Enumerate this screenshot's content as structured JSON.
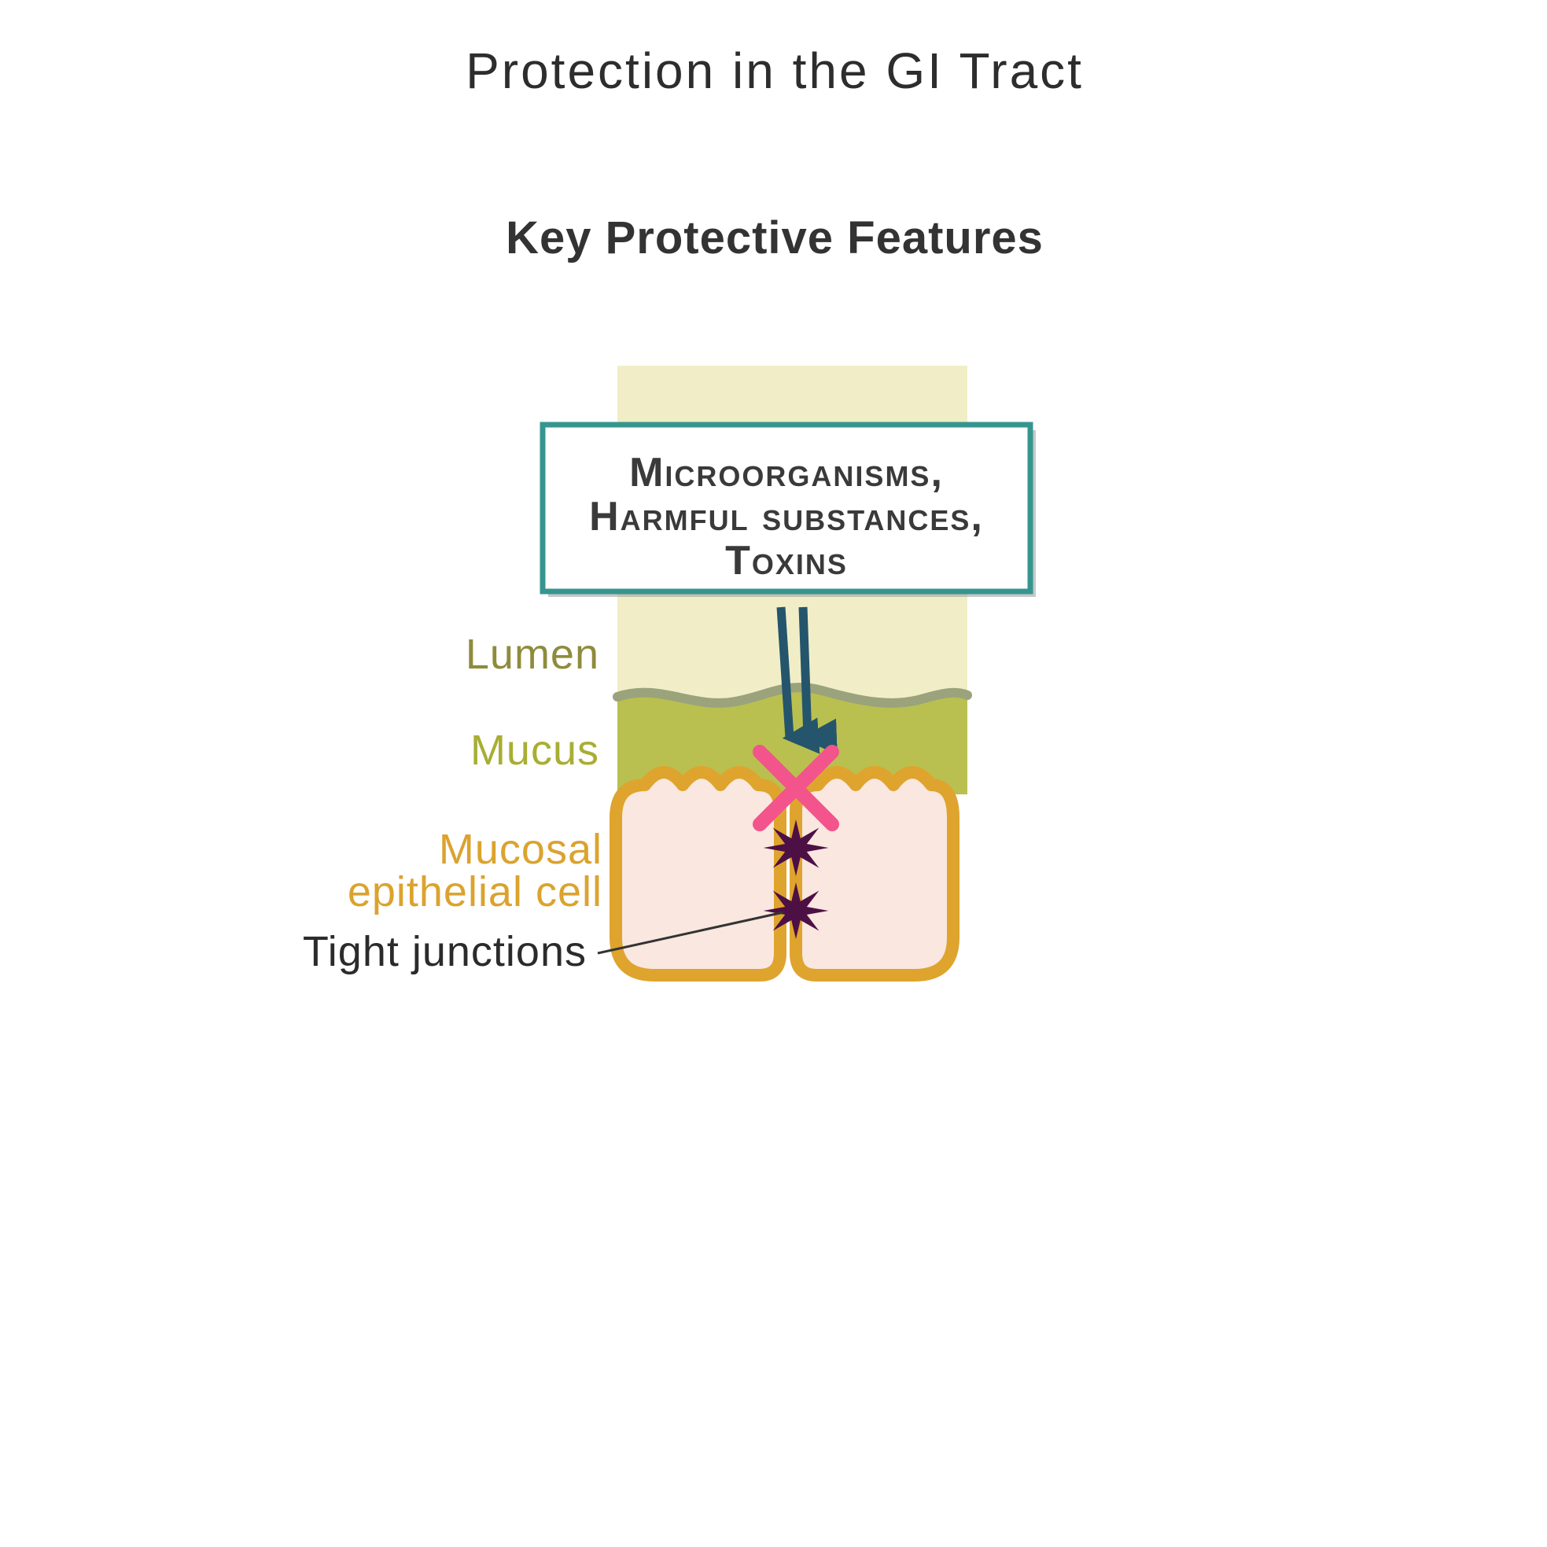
{
  "title": "Protection in the GI Tract",
  "subtitle": "Key Protective Features",
  "box": {
    "lines": [
      "Microorganisms,",
      "Harmful substances,",
      "Toxins"
    ]
  },
  "labels": {
    "lumen": "Lumen",
    "mucus": "Mucus",
    "mucosal_epithelial_line1": "Mucosal",
    "mucosal_epithelial_line2": "epithelial cell",
    "tight_junctions": "Tight junctions"
  },
  "colors": {
    "title_text": "#2d2d2d",
    "subtitle_text": "#333333",
    "box_border": "#36968f",
    "box_fill": "#ffffff",
    "box_shadow": "#9a9a9a",
    "box_text": "#3a3a3a",
    "lumen_band": "#f1eec7",
    "mucus_band": "#b9c04f",
    "wave_line": "#9aa37b",
    "cell_fill": "#f9e7e0",
    "cell_border": "#dfa42e",
    "arrow": "#24556c",
    "blocked_x": "#f2548b",
    "tight_junction": "#4d1044",
    "lumen_label": "#8e8c3c",
    "mucus_label": "#a8ae33",
    "mucosal_label": "#dba32e",
    "tight_junctions_label": "#2b2b2b",
    "pointer_line": "#333333"
  }
}
